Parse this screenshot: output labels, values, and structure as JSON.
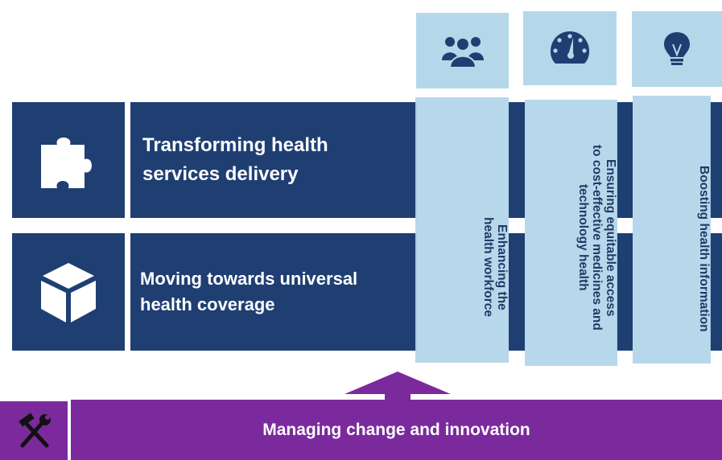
{
  "rows": [
    {
      "lines": [
        "Transforming health",
        "services delivery"
      ],
      "icon": "puzzle-piece-icon"
    },
    {
      "lines": [
        "Moving towards universal",
        "health coverage"
      ],
      "icon": "cube-icon"
    }
  ],
  "pillars": [
    {
      "lines": [
        "Enhancing the",
        "health workforce"
      ],
      "icon": "people-group-icon"
    },
    {
      "lines": [
        "Ensuring equitable access",
        "to cost-effective medicines and",
        "technology health"
      ],
      "icon": "speedometer-icon"
    },
    {
      "lines": [
        "Boosting health information"
      ],
      "icon": "lightbulb-icon"
    }
  ],
  "foundation": {
    "label": "Managing change and innovation",
    "icon": "hammer-wrench-icon"
  },
  "colors": {
    "navy": "#1f3f73",
    "light_blue": "#b5d7ea",
    "purple": "#7b2a9d",
    "text_dark": "#1f3a66"
  }
}
